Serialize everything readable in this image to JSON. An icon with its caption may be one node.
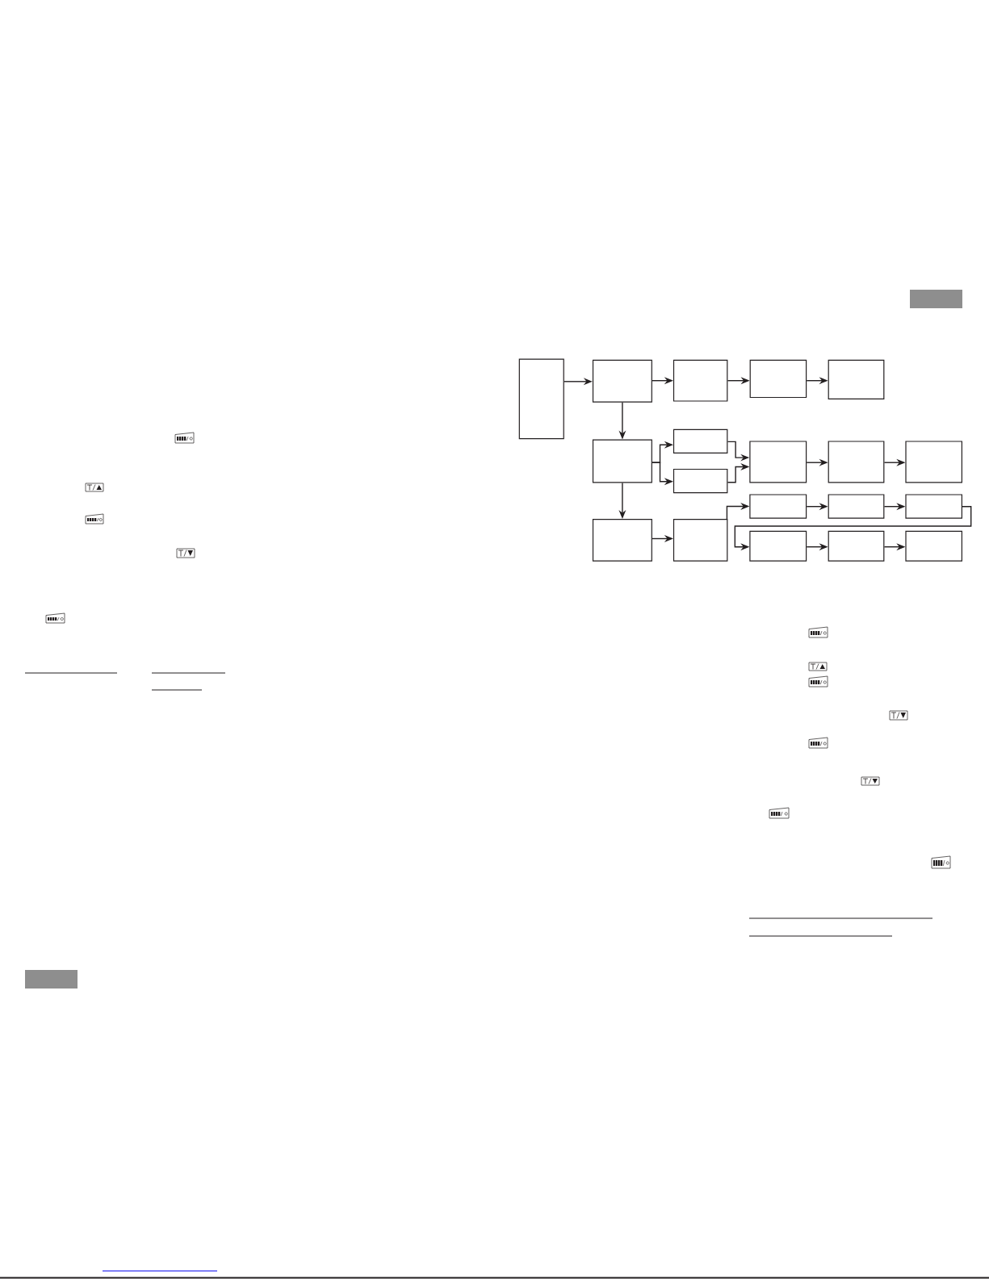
{
  "diagram": {
    "nodes": [
      {
        "text": [],
        "shape": "box"
      },
      {
        "text": [],
        "shape": "box"
      },
      {
        "text": [],
        "shape": "box"
      },
      {
        "text": [],
        "shape": "box"
      },
      {
        "text": [],
        "shape": "box"
      },
      {
        "text": [],
        "shape": "box"
      },
      {
        "text": [],
        "shape": "box"
      },
      {
        "text": [],
        "shape": "box"
      },
      {
        "text": [],
        "shape": "box"
      },
      {
        "text": [],
        "shape": "box"
      },
      {
        "text": [],
        "shape": "box"
      },
      {
        "text": [],
        "shape": "box"
      },
      {
        "text": [],
        "shape": "box"
      },
      {
        "text": [],
        "shape": "box"
      },
      {
        "text": [],
        "shape": "box"
      },
      {
        "text": [],
        "shape": "box"
      },
      {
        "text": [],
        "shape": "box"
      },
      {
        "text": [],
        "shape": "box"
      },
      {
        "text": [],
        "shape": "box"
      }
    ],
    "edges": [
      {
        "from": 0,
        "to": 1,
        "arrow": "to"
      },
      {
        "from": 1,
        "to": 2,
        "arrow": "to"
      },
      {
        "from": 2,
        "to": 3,
        "arrow": "to"
      },
      {
        "from": 3,
        "to": 4,
        "arrow": "to"
      },
      {
        "from": 1,
        "to": 5,
        "arrow": "to"
      },
      {
        "from": 5,
        "to": 6,
        "arrow": "to"
      },
      {
        "from": 5,
        "to": 7,
        "arrow": "to"
      },
      {
        "from": 6,
        "to": 8,
        "arrow": "to"
      },
      {
        "from": 7,
        "to": 8,
        "arrow": "to"
      },
      {
        "from": 8,
        "to": 9,
        "arrow": "to"
      },
      {
        "from": 9,
        "to": 10,
        "arrow": "to"
      },
      {
        "from": 5,
        "to": 14,
        "arrow": "to"
      },
      {
        "from": 14,
        "to": 15,
        "arrow": "to"
      },
      {
        "from": 15,
        "to": 11,
        "arrow": "to"
      },
      {
        "from": 11,
        "to": 12,
        "arrow": "to"
      },
      {
        "from": 12,
        "to": 13,
        "arrow": "to"
      },
      {
        "from": 13,
        "to": 16,
        "arrow": "to"
      },
      {
        "from": 16,
        "to": 17,
        "arrow": "to"
      },
      {
        "from": 17,
        "to": 18,
        "arrow": "to"
      }
    ]
  }
}
